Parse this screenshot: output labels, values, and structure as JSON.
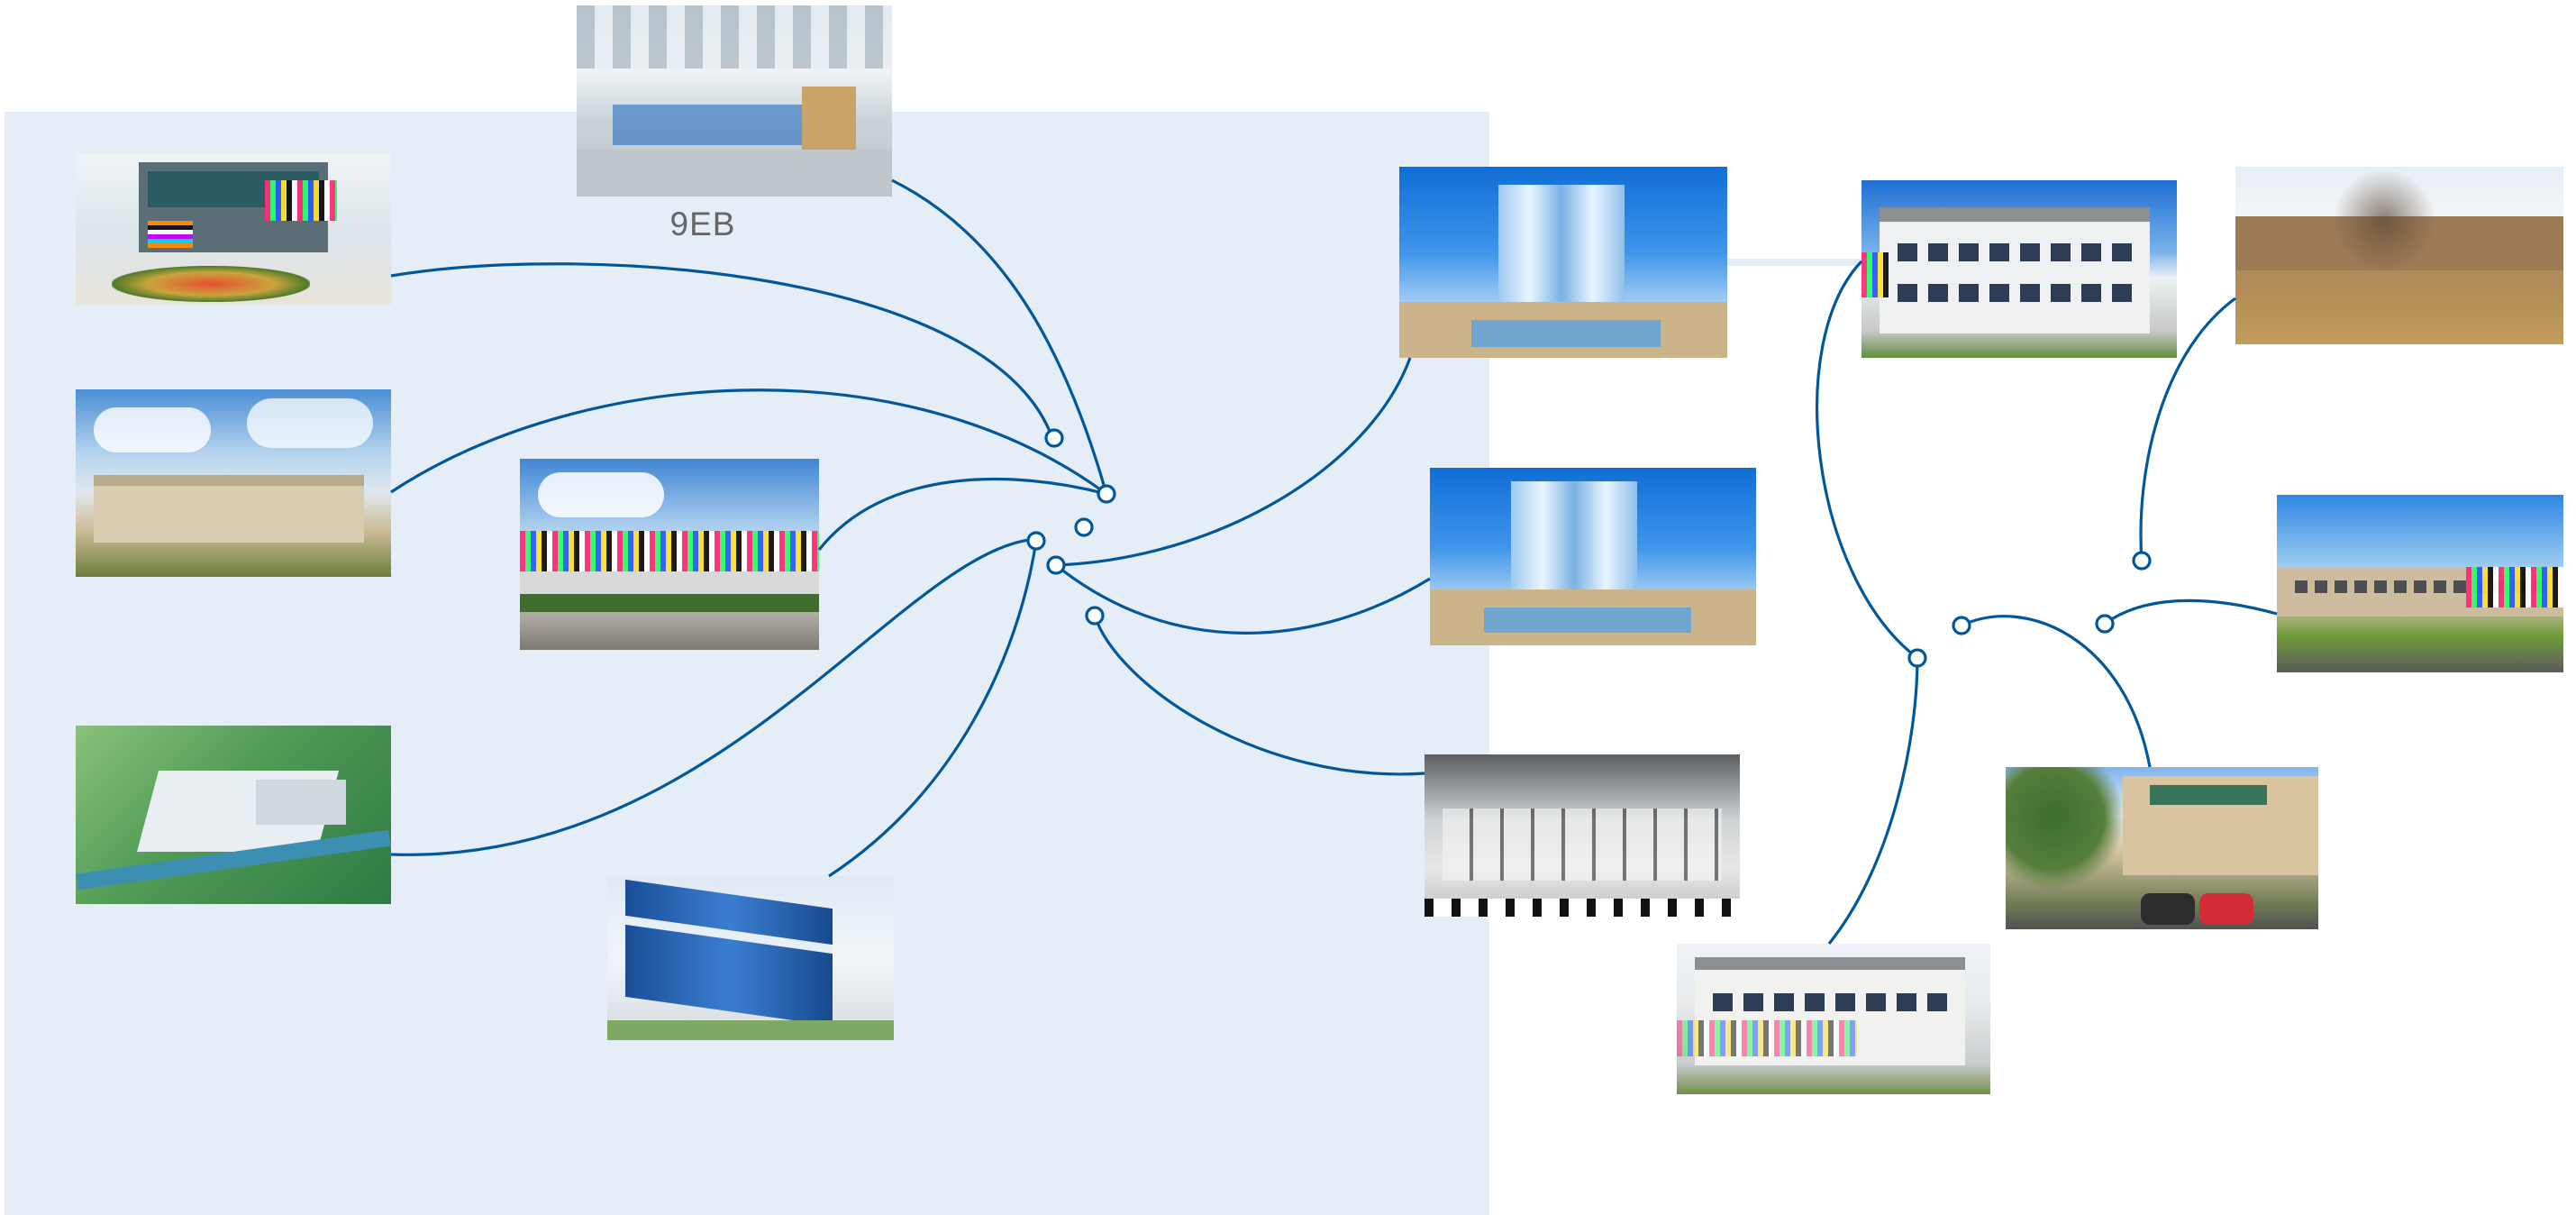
{
  "caption": "9EB",
  "photos": [
    {
      "name": "factory-floor-photo",
      "kind": "interior"
    },
    {
      "name": "campus-entrance-photo",
      "kind": "building"
    },
    {
      "name": "industrial-park-photo",
      "kind": "building"
    },
    {
      "name": "factory-front-photo",
      "kind": "building"
    },
    {
      "name": "aerial-plant-photo",
      "kind": "aerial"
    },
    {
      "name": "blue-glass-building-photo",
      "kind": "building"
    },
    {
      "name": "tower-photo-1",
      "kind": "tower"
    },
    {
      "name": "tower-photo-2",
      "kind": "tower"
    },
    {
      "name": "office-interior-photo",
      "kind": "interior"
    },
    {
      "name": "office-building-photo-1",
      "kind": "building"
    },
    {
      "name": "office-building-photo-2",
      "kind": "building"
    },
    {
      "name": "brick-building-photo",
      "kind": "building"
    },
    {
      "name": "civic-building-photo",
      "kind": "building"
    },
    {
      "name": "storefront-photo",
      "kind": "building"
    }
  ],
  "colors": {
    "connector": "#00579c",
    "region_fill": "#e5eef6",
    "caption": "#666666"
  }
}
